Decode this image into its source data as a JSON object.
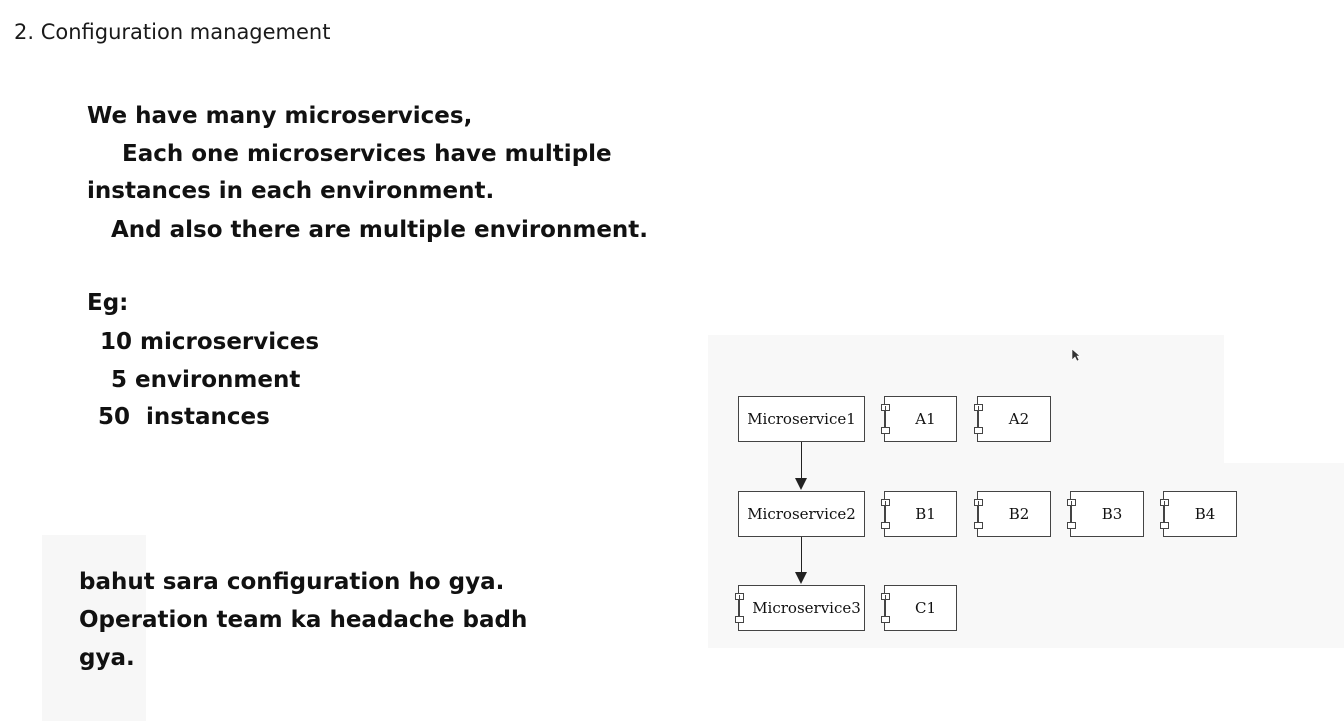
{
  "heading": "2. Configuration management",
  "intro": {
    "line1": "We have many microservices,",
    "line2": "Each one microservices have multiple",
    "line3": "instances in each environment.",
    "line4": "And also there are multiple environment."
  },
  "example": {
    "label": "Eg:",
    "line1": "10 microservices",
    "line2": "5 environment",
    "line3": "50  instances"
  },
  "note": {
    "line1": "bahut sara configuration ho gya.",
    "line2": "Operation team ka headache badh",
    "line3": "gya."
  },
  "diagram": {
    "ms1": "Microservice1",
    "ms2": "Microservice2",
    "ms3": "Microservice3",
    "a1": "A1",
    "a2": "A2",
    "b1": "B1",
    "b2": "B2",
    "b3": "B3",
    "b4": "B4",
    "c1": "C1"
  }
}
